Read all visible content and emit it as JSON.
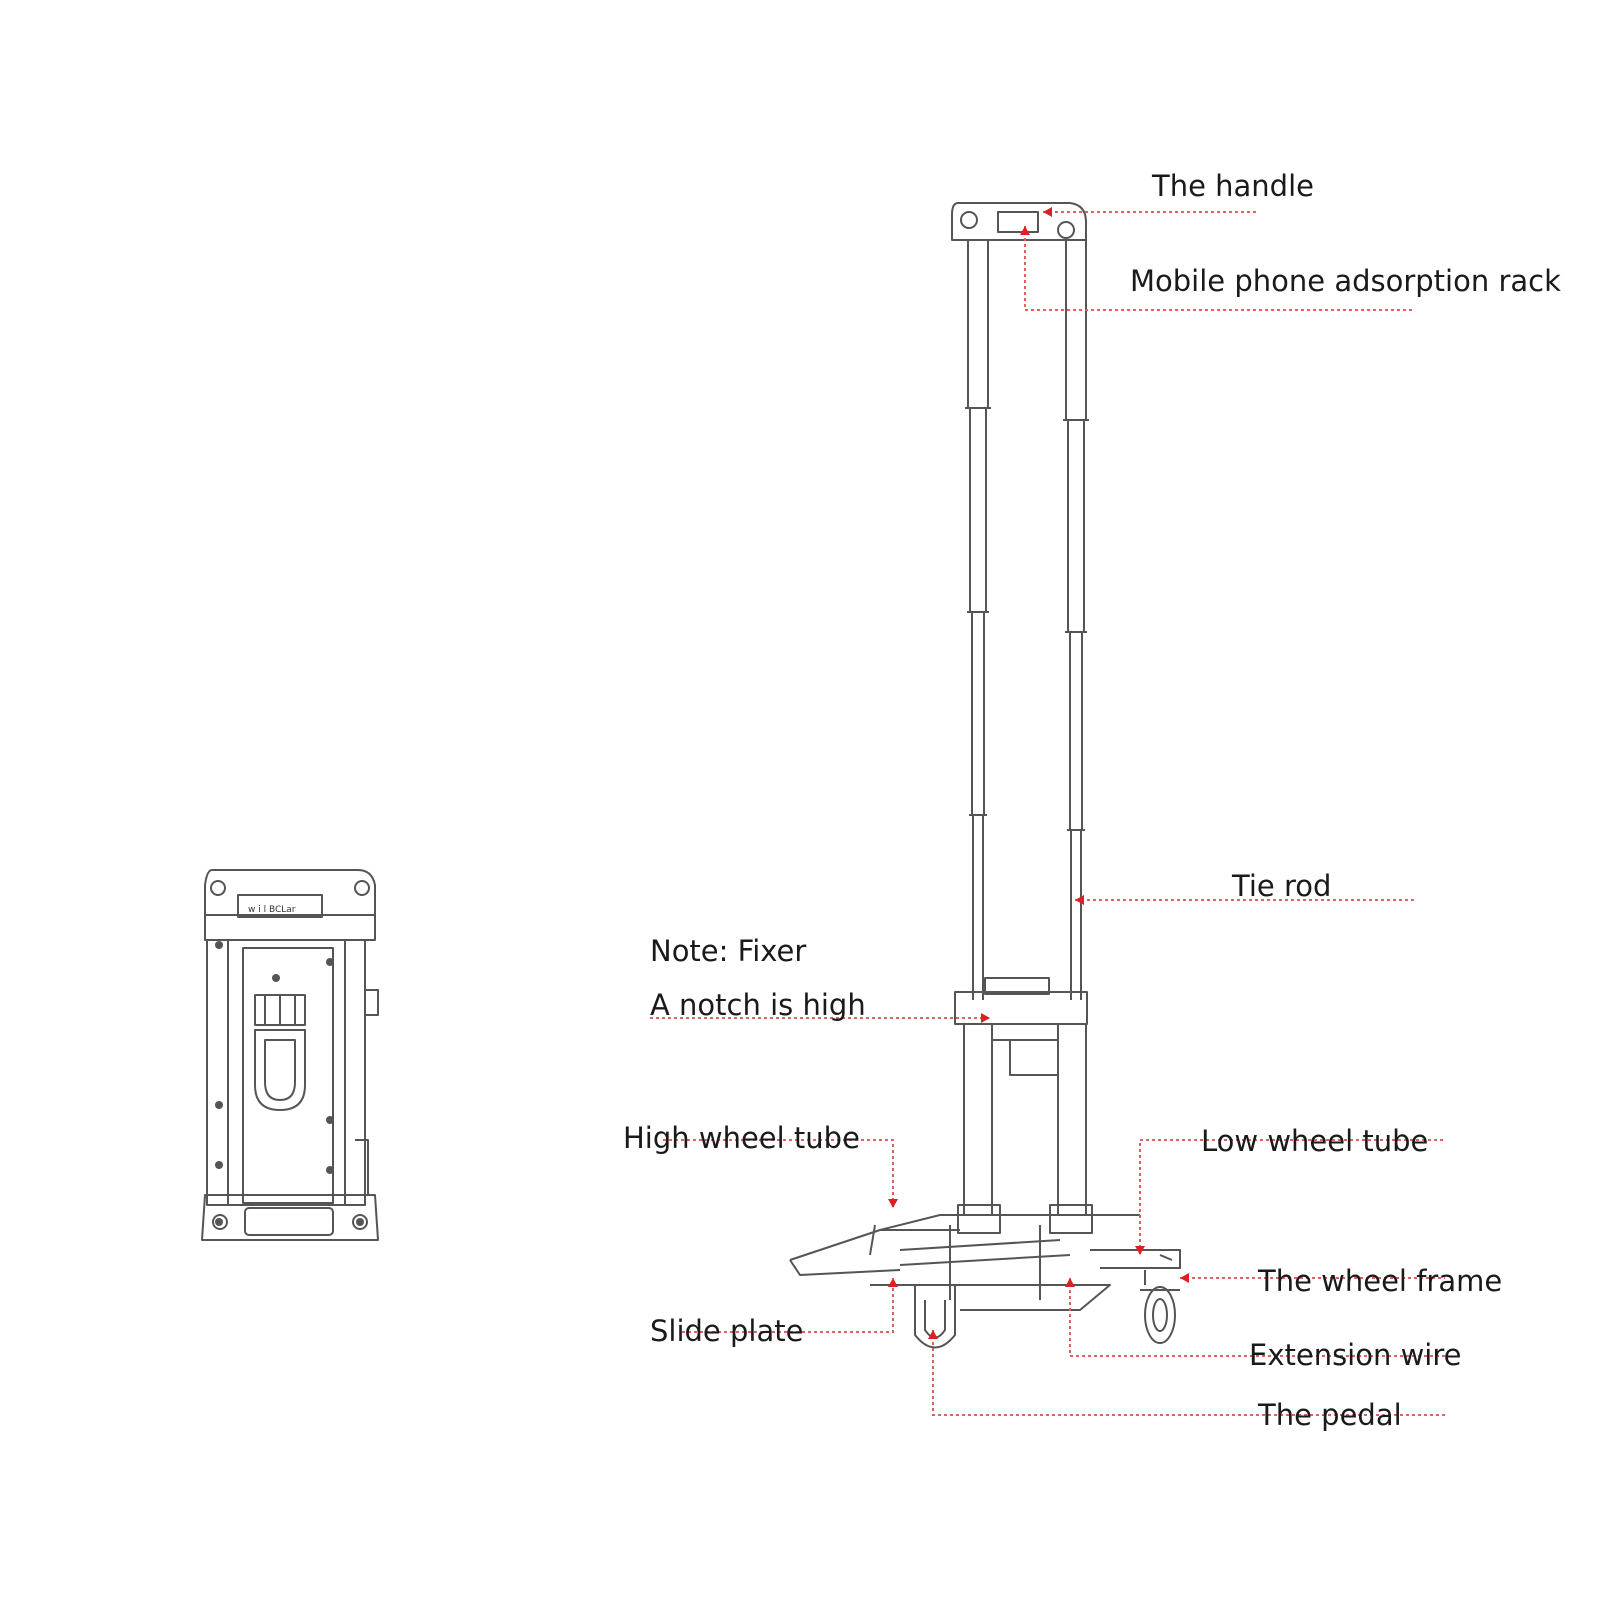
{
  "diagram": {
    "labels": {
      "handle": "The handle",
      "phone_rack": "Mobile phone adsorption rack",
      "tie_rod": "Tie rod",
      "note_fixer": "Note: Fixer",
      "notch_high": "A notch is high",
      "high_wheel_tube": "High wheel tube",
      "low_wheel_tube": "Low wheel tube",
      "wheel_frame": "The wheel frame",
      "slide_plate": "Slide plate",
      "extension_wire": "Extension wire",
      "pedal": "The pedal"
    },
    "colors": {
      "leader": "#e06060",
      "arrow": "#e02020",
      "outline": "#555555",
      "text": "#1a1a1a"
    }
  }
}
